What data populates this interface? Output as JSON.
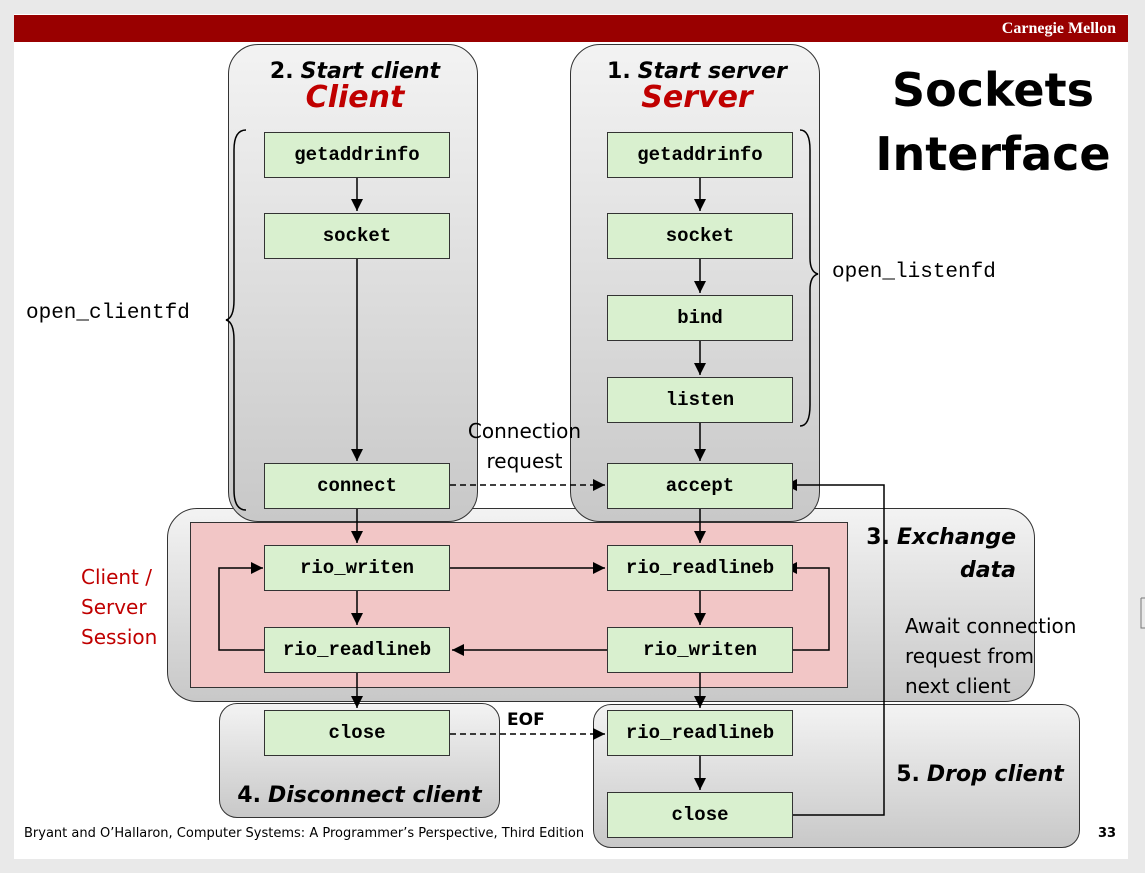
{
  "header": {
    "brand": "Carnegie Mellon",
    "color": "#990000"
  },
  "title": {
    "line1": "Sockets",
    "line2": "Interface"
  },
  "panels": {
    "client": {
      "number": "2.",
      "text": "Start client",
      "role": "Client"
    },
    "server": {
      "number": "1.",
      "text": "Start server",
      "role": "Server"
    },
    "exchange": {
      "number": "3.",
      "text1": "Exchange",
      "text2": "data"
    },
    "disconnect": {
      "number": "4.",
      "text": "Disconnect client"
    },
    "drop": {
      "number": "5.",
      "text": "Drop client"
    }
  },
  "client_boxes": {
    "getaddrinfo": "getaddrinfo",
    "socket": "socket",
    "connect": "connect",
    "rio_writen": "rio_writen",
    "rio_readlineb": "rio_readlineb",
    "close": "close"
  },
  "server_boxes": {
    "getaddrinfo": "getaddrinfo",
    "socket": "socket",
    "bind": "bind",
    "listen": "listen",
    "accept": "accept",
    "rio_readlineb": "rio_readlineb",
    "rio_writen": "rio_writen",
    "rio_readlineb_2": "rio_readlineb",
    "close": "close"
  },
  "labels": {
    "open_clientfd": "open_clientfd",
    "open_listenfd": "open_listenfd",
    "connection_line1": "Connection",
    "connection_line2": "request",
    "session_line1": "Client /",
    "session_line2": "Server",
    "session_line3": "Session",
    "await_line1": "Await connection",
    "await_line2": "request from",
    "await_line3": "next client",
    "eof": "EOF"
  },
  "footer": {
    "citation": "Bryant and O’Hallaron, Computer Systems: A Programmer’s Perspective, Third Edition",
    "page": "33"
  }
}
